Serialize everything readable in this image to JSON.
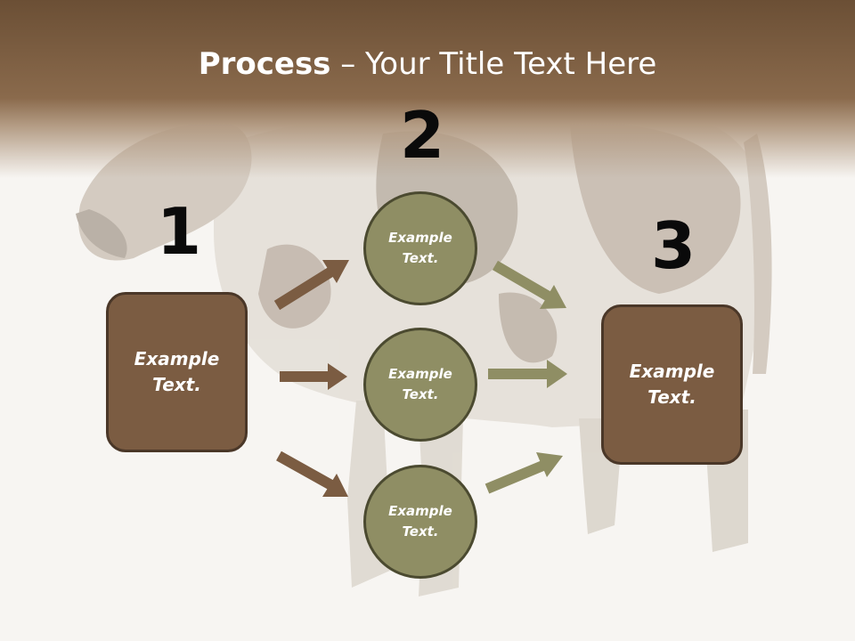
{
  "title": {
    "bold": "Process",
    "rest": " – Your Title Text Here"
  },
  "numbers": {
    "n1": "1",
    "n2": "2",
    "n3": "3"
  },
  "boxes": {
    "left": {
      "line1": "Example",
      "line2": "Text."
    },
    "right": {
      "line1": "Example",
      "line2": "Text."
    }
  },
  "circles": [
    {
      "line1": "Example",
      "line2": "Text."
    },
    {
      "line1": "Example",
      "line2": "Text."
    },
    {
      "line1": "Example",
      "line2": "Text."
    }
  ],
  "colors": {
    "box": "#7b5c42",
    "circle": "#8f8e64",
    "arrow_brown": "#7b5c42",
    "arrow_olive": "#8f8e64",
    "header": "#6b4f35"
  }
}
